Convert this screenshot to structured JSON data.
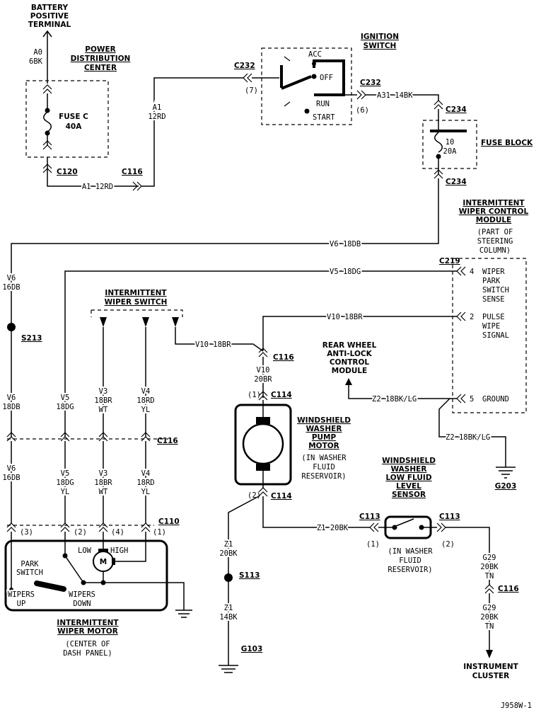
{
  "labels": {
    "battery": [
      "BATTERY",
      "POSITIVE",
      "TERMINAL"
    ],
    "a0": "A0",
    "a0_gauge": "6BK",
    "pdc": [
      "POWER",
      "DISTRIBUTION",
      "CENTER"
    ],
    "fuse_c": "FUSE C",
    "fuse_c_amp": "40A",
    "c120": "C120",
    "c116_a": "C116",
    "a1_12rd_h": "A1  12RD",
    "a1": "A1",
    "a1_gauge": "12RD",
    "c232_left": "C232",
    "c232_left_pin": "(7)",
    "ignition": [
      "IGNITION",
      "SWITCH"
    ],
    "acc": "ACC",
    "off": "OFF",
    "run": "RUN",
    "start": "START",
    "c232_right": "C232",
    "c232_right_pin": "(6)",
    "a31": "A31  14BK",
    "c234_top": "C234",
    "fuse_block": "FUSE BLOCK",
    "fuse10": "10",
    "fuse10_amp": "20A",
    "c234_bot": "C234",
    "iwcm": [
      "INTERMITTENT",
      "WIPER CONTROL",
      "MODULE"
    ],
    "iwcm_part": [
      "(PART OF",
      "STEERING",
      "COLUMN)"
    ],
    "v6_18db": "V6  18DB",
    "v5_18dg": "V5  18DG",
    "c219": "C219",
    "pin4": "4",
    "pin4_label": [
      "WIPER",
      "PARK",
      "SWITCH",
      "SENSE"
    ],
    "v10_18br_top": "V10  18BR",
    "pin2": "2",
    "pin2_label": [
      "PULSE",
      "WIPE",
      "SIGNAL"
    ],
    "v10_18br_sw": "V10  18BR",
    "c116_b": "C116",
    "v10_20br": [
      "V10",
      "20BR"
    ],
    "rwal": [
      "REAR WHEEL",
      "ANTI-LOCK",
      "CONTROL",
      "MODULE"
    ],
    "z2_left": "Z2  18BK/LG",
    "pin5": "5",
    "pin5_label": "GROUND",
    "z2_bottom": "Z2  18BK/LG",
    "g203": "G203",
    "iws": [
      "INTERMITTENT",
      "WIPER SWITCH"
    ],
    "v6_left": [
      "V6",
      "16DB"
    ],
    "s213": "S213",
    "v6_mid": [
      "V6",
      "18DB"
    ],
    "v5_mid": [
      "V5",
      "18DG"
    ],
    "v3_mid": [
      "V3",
      "18BR",
      "WT"
    ],
    "v4_mid": [
      "V4",
      "18RD",
      "YL"
    ],
    "c116_c": "C116",
    "v6_low": [
      "V6",
      "16DB"
    ],
    "v5_low": [
      "V5",
      "18DG",
      "YL"
    ],
    "v3_low": [
      "V3",
      "18BR",
      "WT"
    ],
    "v4_low": [
      "V4",
      "18RD",
      "YL"
    ],
    "c110": "C110",
    "pin_3": "(3)",
    "pin_2": "(2)",
    "pin_4": "(4)",
    "pin_1": "(1)",
    "low": "LOW",
    "high": "HIGH",
    "motor_m": "M",
    "park_switch": [
      "PARK",
      "SWITCH"
    ],
    "wipers_up": [
      "WIPERS",
      "UP"
    ],
    "wipers_down": [
      "WIPERS",
      "DOWN"
    ],
    "iwm": [
      "INTERMITTENT",
      "WIPER MOTOR"
    ],
    "iwm_loc": [
      "(CENTER OF",
      "DASH PANEL)"
    ],
    "c114_top": "C114",
    "c114_top_pin": "(1)",
    "wwpm": [
      "WINDSHIELD",
      "WASHER",
      "PUMP",
      "MOTOR"
    ],
    "wwpm_loc": [
      "(IN WASHER",
      "FLUID",
      "RESERVOIR)"
    ],
    "c114_bot": "C114",
    "c114_bot_pin": "(2)",
    "z1_20bk_v": [
      "Z1",
      "20BK"
    ],
    "s113": "S113",
    "z1_14bk": [
      "Z1",
      "14BK"
    ],
    "g103": "G103",
    "z1_20bk_h": "Z1  20BK",
    "c113_left": "C113",
    "c113_left_pin": "(1)",
    "wwlfls": [
      "WINDSHIELD",
      "WASHER",
      "LOW FLUID",
      "LEVEL",
      "SENSOR"
    ],
    "wwlfls_loc": [
      "(IN WASHER",
      "FLUID",
      "RESERVOIR)"
    ],
    "c113_right": "C113",
    "c113_right_pin": "(2)",
    "g29_top": [
      "G29",
      "20BK",
      "TN"
    ],
    "c116_d": "C116",
    "g29_bot": [
      "G29",
      "20BK",
      "TN"
    ],
    "instrument_cluster": [
      "INSTRUMENT",
      "CLUSTER"
    ],
    "figure_id": "J958W-1"
  }
}
